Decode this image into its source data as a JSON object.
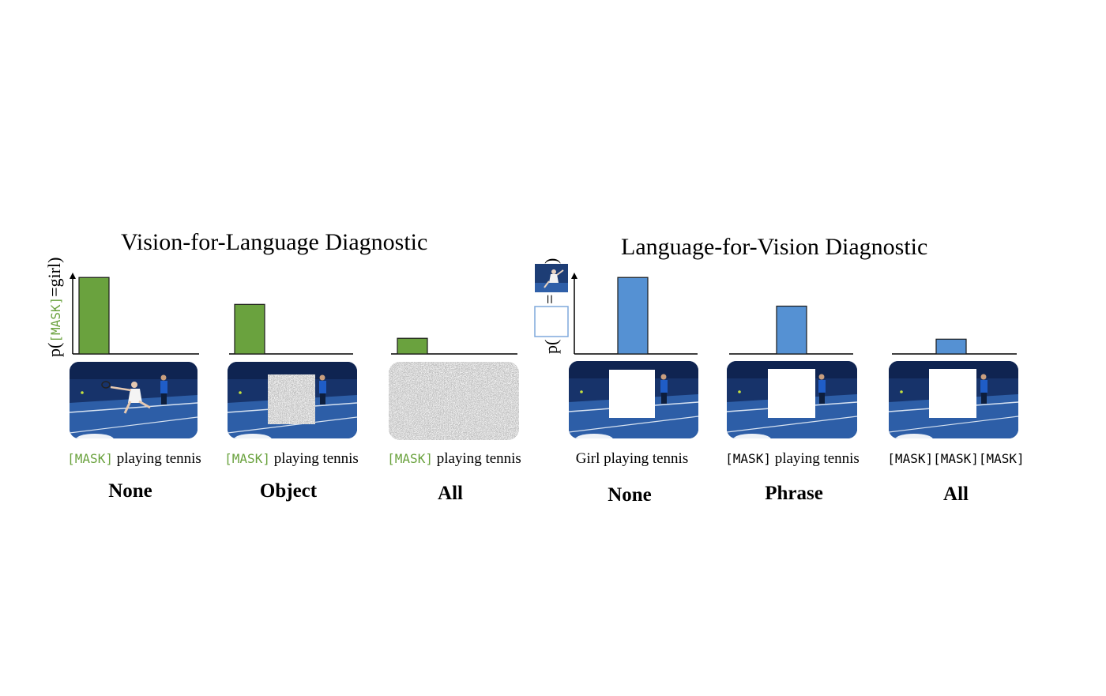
{
  "left": {
    "title": "Vision-for-Language Diagnostic",
    "ylabel": {
      "prefix": "p(",
      "mask": "[MASK]",
      "suffix": "=girl)"
    },
    "panels": [
      {
        "label": "None",
        "mask_token": "[MASK]",
        "caption_rest": " playing tennis",
        "image": "tennis-photo"
      },
      {
        "label": "Object",
        "mask_token": "[MASK]",
        "caption_rest": " playing tennis",
        "image": "tennis-photo-object-noise"
      },
      {
        "label": "All",
        "mask_token": "[MASK]",
        "caption_rest": " playing tennis",
        "image": "full-noise"
      }
    ]
  },
  "right": {
    "title": "Language-for-Vision Diagnostic",
    "ylabel": {
      "prefix": "p(",
      "mid": "=",
      "suffix": ")"
    },
    "panels": [
      {
        "label": "None",
        "caption_plain": "Girl playing tennis",
        "image": "tennis-photo-region-masked"
      },
      {
        "label": "Phrase",
        "caption_mask": "[MASK]",
        "caption_rest": " playing tennis",
        "image": "tennis-photo-region-masked"
      },
      {
        "label": "All",
        "caption_mask": "[MASK][MASK][MASK]",
        "caption_rest": "",
        "image": "tennis-photo-region-masked"
      }
    ]
  },
  "colors": {
    "green_bar": "#6aa23e",
    "blue_bar": "#5591d3",
    "mask_green": "#6aa23e",
    "court_dark": "#173468",
    "court_blue": "#2e5ea6"
  },
  "chart_data": [
    {
      "type": "bar",
      "categories": [
        "None",
        "Object",
        "All"
      ],
      "values": [
        0.88,
        0.57,
        0.18
      ],
      "ylabel": "p([MASK]=girl)"
    },
    {
      "type": "bar",
      "categories": [
        "None",
        "Phrase",
        "All"
      ],
      "values": [
        0.88,
        0.55,
        0.17
      ],
      "ylabel": "p( = )"
    }
  ]
}
